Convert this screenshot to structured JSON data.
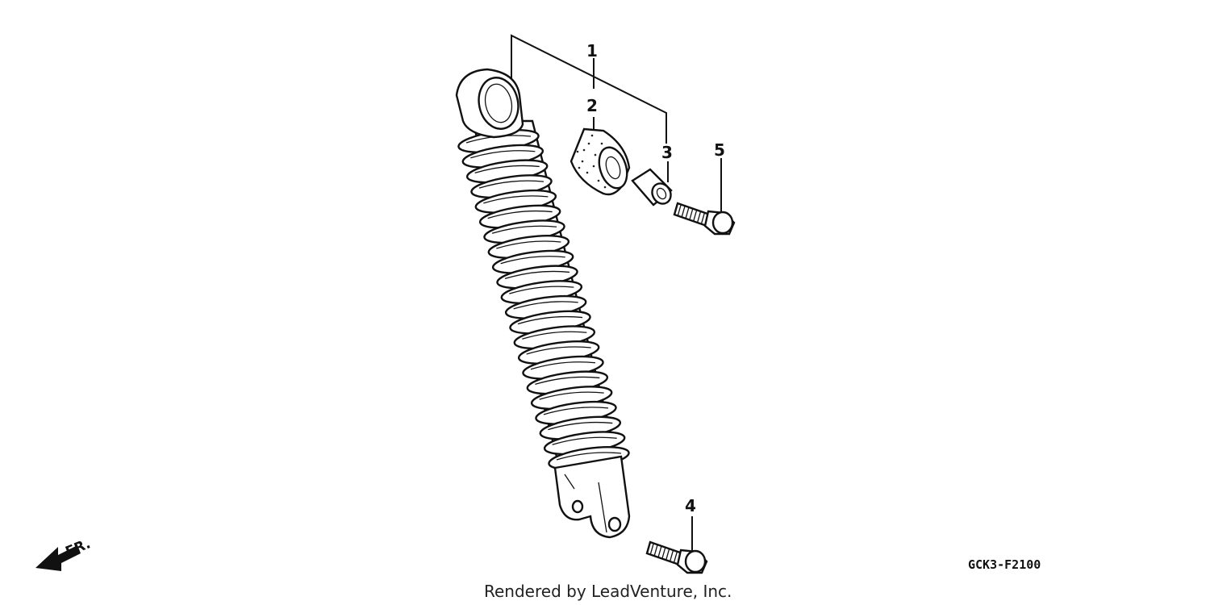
{
  "callouts": {
    "c1": "1",
    "c2": "2",
    "c3": "3",
    "c4": "4",
    "c5": "5"
  },
  "direction_label": "FR.",
  "part_code": "GCK3-F2100",
  "credit": "Rendered by LeadVenture, Inc."
}
